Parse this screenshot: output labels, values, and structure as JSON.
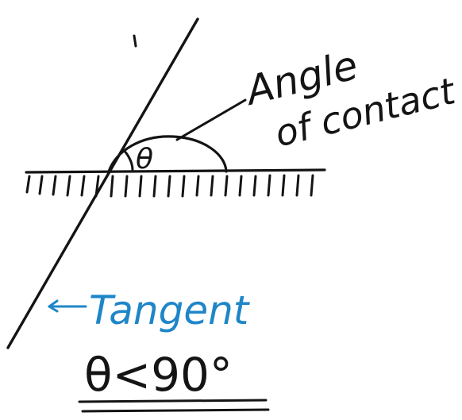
{
  "annotation": {
    "line1": "Angle",
    "line2": "of contact"
  },
  "theta_symbol": "θ",
  "tangent_label": "Tangent",
  "condition": "θ<90°",
  "colors": {
    "ink": "#141414",
    "tangent_ink": "#1e86c8",
    "paper": "#ffffff"
  }
}
